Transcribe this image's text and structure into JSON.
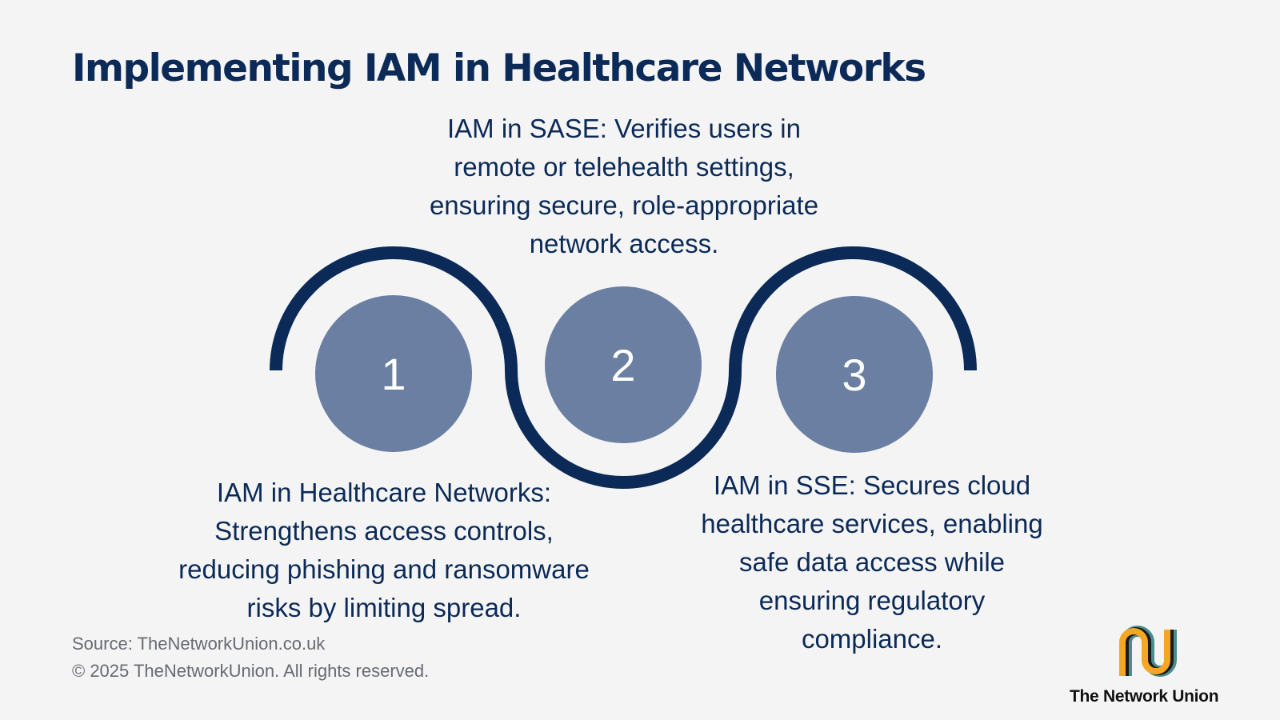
{
  "title": "Implementing IAM in Healthcare Networks",
  "steps": [
    {
      "number": "1",
      "text": "IAM in Healthcare Networks: Strengthens access controls, reducing phishing and ransomware risks by limiting spread."
    },
    {
      "number": "2",
      "text": "IAM in SASE: Verifies users in remote or telehealth settings, ensuring secure, role-appropriate network access."
    },
    {
      "number": "3",
      "text": "IAM in SSE: Secures cloud healthcare services, enabling safe data access while ensuring regulatory compliance."
    }
  ],
  "footer": {
    "source": "Source: TheNetworkUnion.co.uk",
    "copyright": "© 2025 TheNetworkUnion. All rights reserved."
  },
  "logo": {
    "text": "The Network Union",
    "icon": "network-union-logo-icon"
  },
  "colors": {
    "background": "#f4f4f4",
    "navy": "#0c2a57",
    "circle": "#6b7fa3",
    "logo_orange": "#f5a623",
    "logo_teal": "#4a8d8d"
  }
}
